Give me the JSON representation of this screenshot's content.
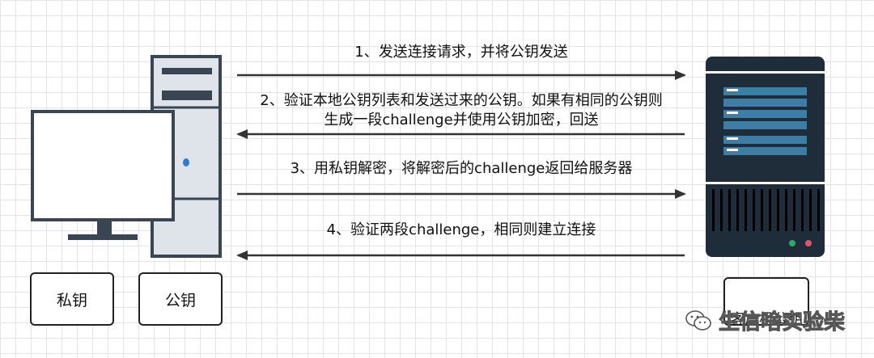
{
  "steps": [
    {
      "text": "1、发送连接请求，并将公钥发送",
      "direction": "right"
    },
    {
      "line1": "2、验证本地公钥列表和发送过来的公钥。如果有相同的公钥则",
      "line2": "生成一段challenge并使用公钥加密，回送",
      "direction": "left"
    },
    {
      "text": "3、用私钥解密，将解密后的challenge返回给服务器",
      "direction": "right"
    },
    {
      "text": "4、验证两段challenge，相同则建立连接",
      "direction": "left"
    }
  ],
  "boxes": {
    "private_key": "私钥",
    "public_key": "公钥",
    "client_public_key": "客户机公钥"
  },
  "watermark": "生信啥实验柴",
  "colors": {
    "server_body": "#1f2d3b",
    "server_slot": "#3d7ea6",
    "tower_body": "#dfe3ea",
    "tower_dark": "#394553",
    "led_green": "#27ae60",
    "led_red": "#e0566a",
    "arrow": "#333333"
  }
}
